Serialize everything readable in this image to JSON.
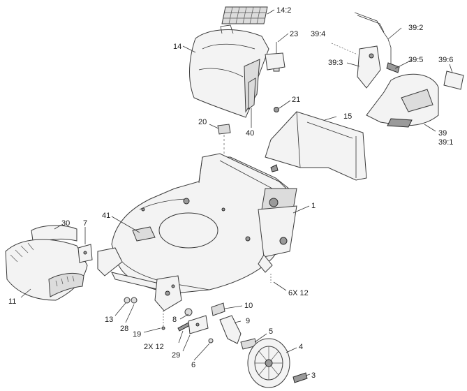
{
  "labels": [
    {
      "id": "l14_2",
      "text": "14:2"
    },
    {
      "id": "l14",
      "text": "14"
    },
    {
      "id": "l23",
      "text": "23"
    },
    {
      "id": "l39_4",
      "text": "39:4"
    },
    {
      "id": "l39_2",
      "text": "39:2"
    },
    {
      "id": "l39_3",
      "text": "39:3"
    },
    {
      "id": "l39_5",
      "text": "39:5"
    },
    {
      "id": "l39_6",
      "text": "39:6"
    },
    {
      "id": "l21",
      "text": "21"
    },
    {
      "id": "l20",
      "text": "20"
    },
    {
      "id": "l15",
      "text": "15"
    },
    {
      "id": "l40",
      "text": "40"
    },
    {
      "id": "l39",
      "text": "39"
    },
    {
      "id": "l39_1",
      "text": "39:1"
    },
    {
      "id": "l1",
      "text": "1"
    },
    {
      "id": "l41",
      "text": "41"
    },
    {
      "id": "l30",
      "text": "30"
    },
    {
      "id": "l7",
      "text": "7"
    },
    {
      "id": "l6x12",
      "text": "6X 12"
    },
    {
      "id": "l11",
      "text": "11"
    },
    {
      "id": "l10",
      "text": "10"
    },
    {
      "id": "l8",
      "text": "8"
    },
    {
      "id": "l9",
      "text": "9"
    },
    {
      "id": "l13",
      "text": "13"
    },
    {
      "id": "l28",
      "text": "28"
    },
    {
      "id": "l19",
      "text": "19"
    },
    {
      "id": "l5",
      "text": "5"
    },
    {
      "id": "l2x12",
      "text": "2X 12"
    },
    {
      "id": "l29",
      "text": "29"
    },
    {
      "id": "l6",
      "text": "6"
    },
    {
      "id": "l4",
      "text": "4"
    },
    {
      "id": "l3",
      "text": "3"
    }
  ]
}
